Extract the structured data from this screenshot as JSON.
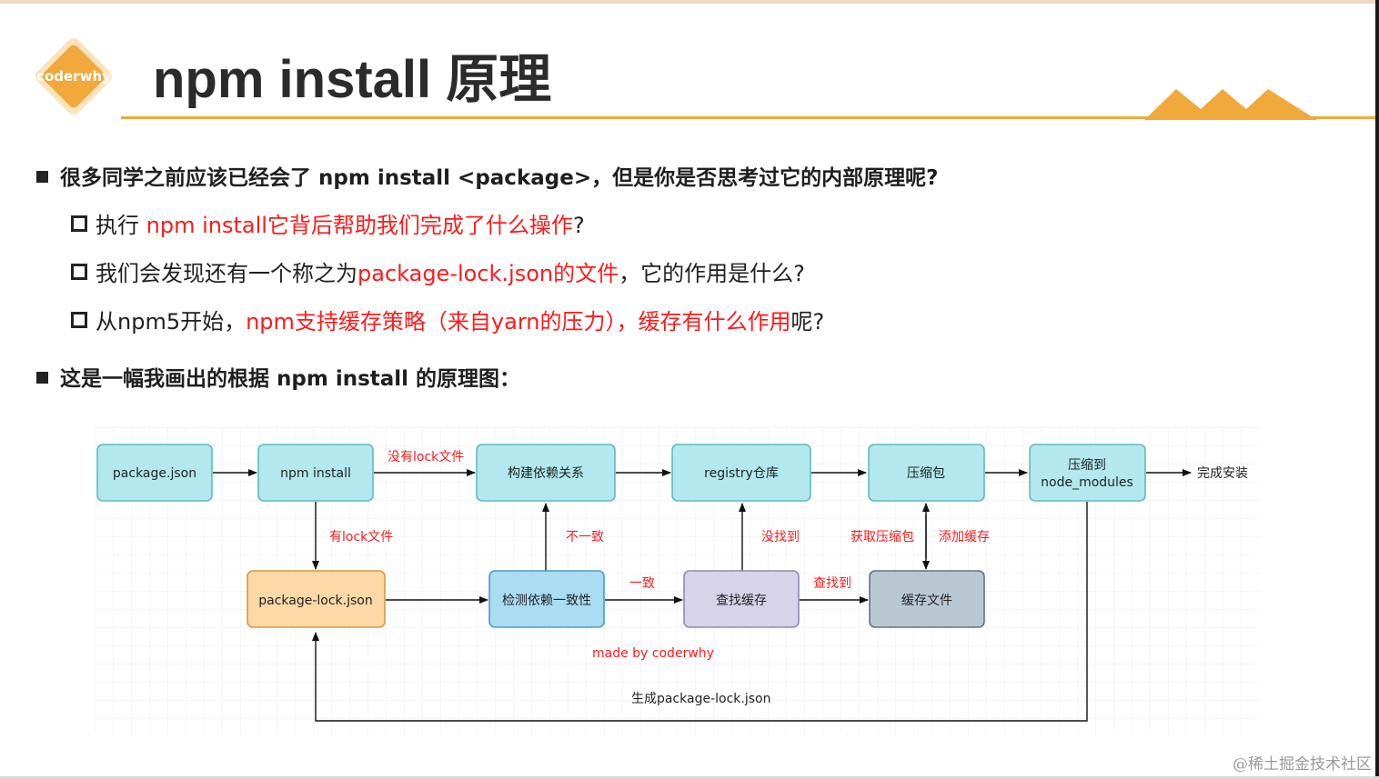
{
  "logo": {
    "text": "coderwhy",
    "color": "#f0a93a"
  },
  "header": {
    "title": "npm install 原理"
  },
  "bullets": [
    {
      "id": "b1",
      "text": "很多同学之前应该已经会了 npm install <package>，但是你是否思考过它的内部原理呢?"
    }
  ],
  "sub_bullets": [
    {
      "pre": "执行 ",
      "red": "npm install它背后帮助我们完成了什么操作",
      "post": "?"
    },
    {
      "pre": "我们会发现还有一个称之为",
      "red": "package-lock.json的文件",
      "post": "，它的作用是什么?"
    },
    {
      "pre": "从npm5开始，",
      "red": "npm支持缓存策略（来自yarn的压力），缓存有什么作用",
      "post": "呢?"
    }
  ],
  "bullet2": {
    "text": "这是一幅我画出的根据 npm install 的原理图："
  },
  "diagram": {
    "nodes": {
      "package_json": "package.json",
      "npm_install": "npm install",
      "build_deps": "构建依赖关系",
      "registry": "registry仓库",
      "compress": "压缩包",
      "extract_line1": "压缩到",
      "extract_line2": "node_modules",
      "package_lock": "package-lock.json",
      "check_consistency": "检测依赖一致性",
      "find_cache": "查找缓存",
      "cache_file": "缓存文件"
    },
    "labels": {
      "no_lock": "没有lock文件",
      "has_lock": "有lock文件",
      "inconsistent": "不一致",
      "consistent": "一致",
      "not_found": "没找到",
      "found": "查找到",
      "get_compressed": "获取压缩包",
      "add_cache": "添加缓存",
      "done": "完成安装",
      "generate_lock": "生成package-lock.json",
      "made_by": "made by coderwhy"
    },
    "colors": {
      "cyan_fill": "#b2e8ee",
      "cyan_stroke": "#5fb9c6",
      "orange_fill": "#fcd9a6",
      "orange_stroke": "#d99a3a",
      "blue_fill": "#aadcf2",
      "blue_stroke": "#4b9ccb",
      "purple_fill": "#d6d3ea",
      "purple_stroke": "#8f8aad",
      "gray_fill": "#bac8d3",
      "gray_stroke": "#5f7284",
      "label_red": "#ff1a1a"
    }
  },
  "watermark": "@稀土掘金技术社区"
}
